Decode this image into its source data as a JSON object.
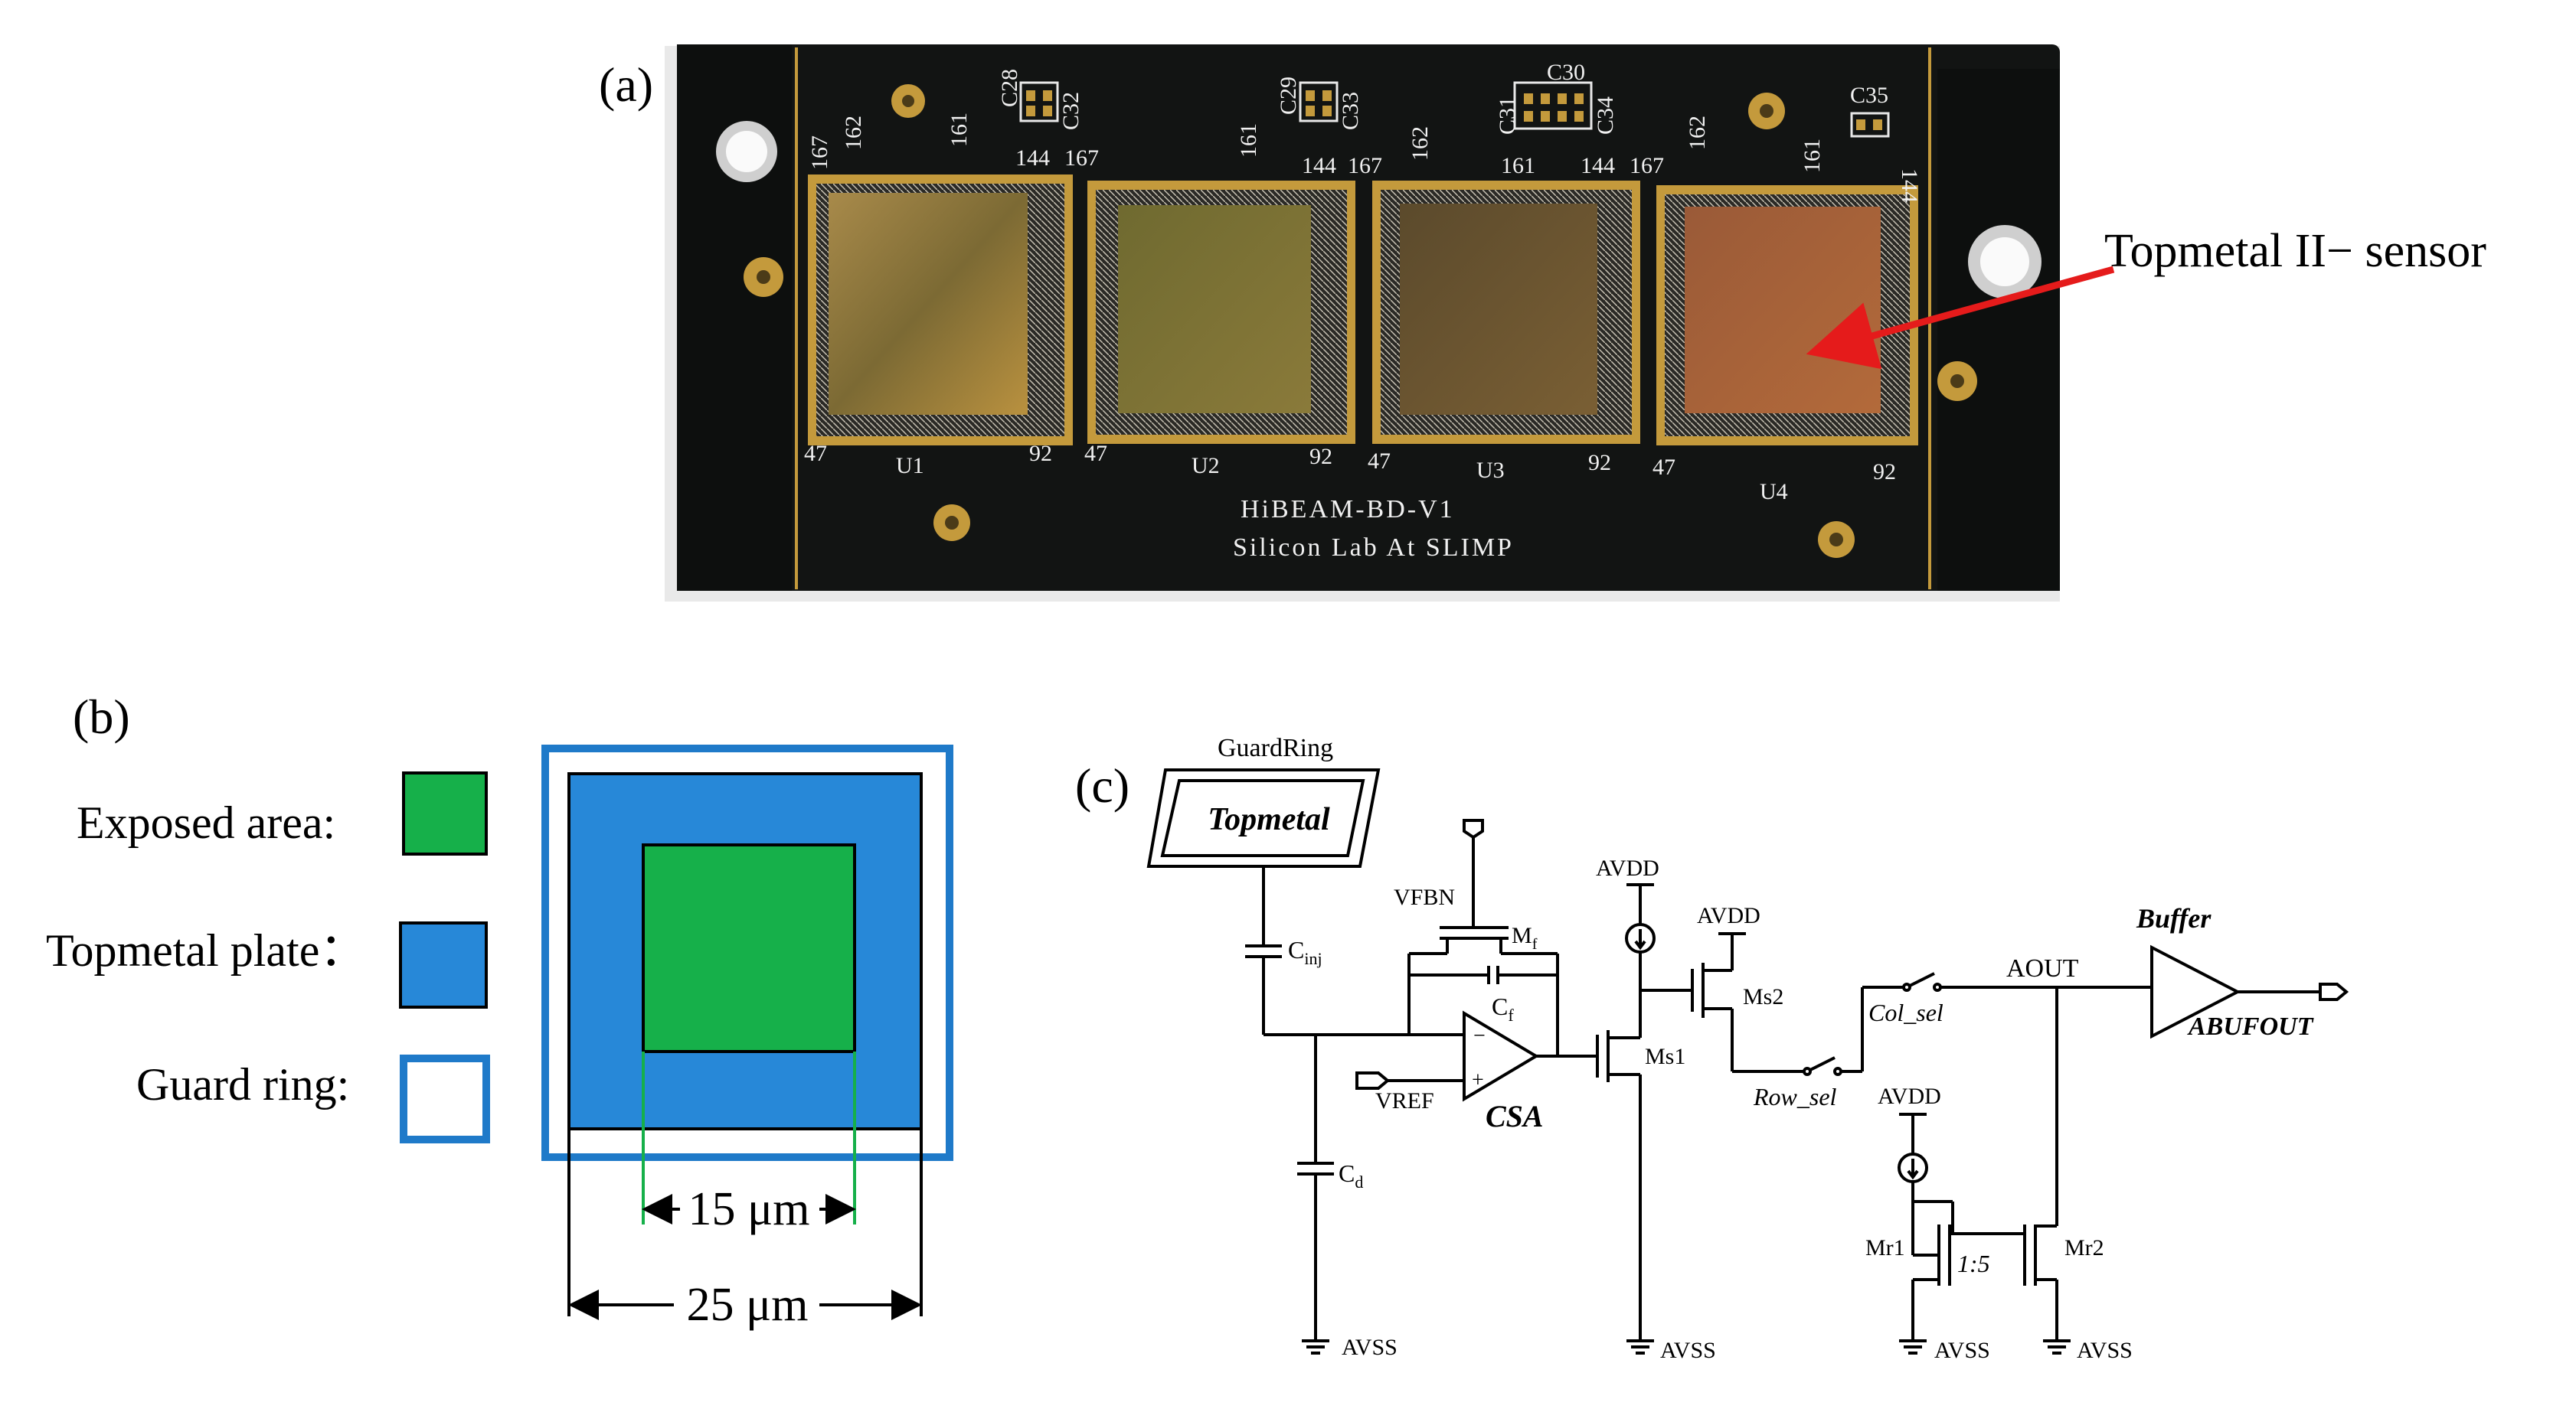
{
  "panel_a": {
    "label": "(a)",
    "board_line1": "HiBEAM-BD-V1",
    "board_line2": "Silicon Lab At SLIMP",
    "chips": [
      {
        "name": "U1",
        "pin_tl": "167",
        "pin_t1": "162",
        "pin_t2": "161",
        "pin_tr": "144",
        "pin_bl": "47",
        "pin_br": "92"
      },
      {
        "name": "U2",
        "pin_tl": "167",
        "pin_t1": "",
        "pin_t2": "161",
        "pin_tr": "144",
        "pin_bl": "47",
        "pin_br": "92"
      },
      {
        "name": "U3",
        "pin_tl": "167",
        "pin_t1": "162",
        "pin_t2": "161",
        "pin_tr": "144",
        "pin_bl": "47",
        "pin_br": "92"
      },
      {
        "name": "U4",
        "pin_tl": "167",
        "pin_t1": "162",
        "pin_t2": "161",
        "pin_tr": "144",
        "pin_bl": "47",
        "pin_br": "92"
      }
    ],
    "caps": [
      "C28",
      "C32",
      "C29",
      "C33",
      "C30",
      "C31",
      "C34",
      "C35"
    ],
    "annotation": "Topmetal II− sensor",
    "colors": {
      "pcb": "#111312",
      "gold": "#c49a3c",
      "arrow": "#e51b1b"
    }
  },
  "panel_b": {
    "label": "(b)",
    "legend": [
      {
        "label": "Exposed area:",
        "color": "#16b04a"
      },
      {
        "label": "Topmetal plate：",
        "color": "#2788d8"
      },
      {
        "label": "Guard ring:",
        "color": "#ffffff",
        "border": "#1f7ac9"
      }
    ],
    "dim_inner": "15 μm",
    "dim_outer": "25 μm"
  },
  "panel_c": {
    "label": "(c)",
    "guard_ring": "GuardRing",
    "topmetal": "Topmetal",
    "cinj": "C",
    "cinj_sub": "inj",
    "cd": "C",
    "cd_sub": "d",
    "cf": "C",
    "cf_sub": "f",
    "mf": "M",
    "mf_sub": "f",
    "vfbn": "VFBN",
    "vref": "VREF",
    "csa": "CSA",
    "avdd": "AVDD",
    "avss": "AVSS",
    "ms1": "Ms1",
    "ms2": "Ms2",
    "col_sel": "Col_sel",
    "row_sel": "Row_sel",
    "aout": "AOUT",
    "buffer": "Buffer",
    "abufout": "ABUFOUT",
    "mr1": "Mr1",
    "mr2": "Mr2",
    "ratio": "1:5"
  }
}
